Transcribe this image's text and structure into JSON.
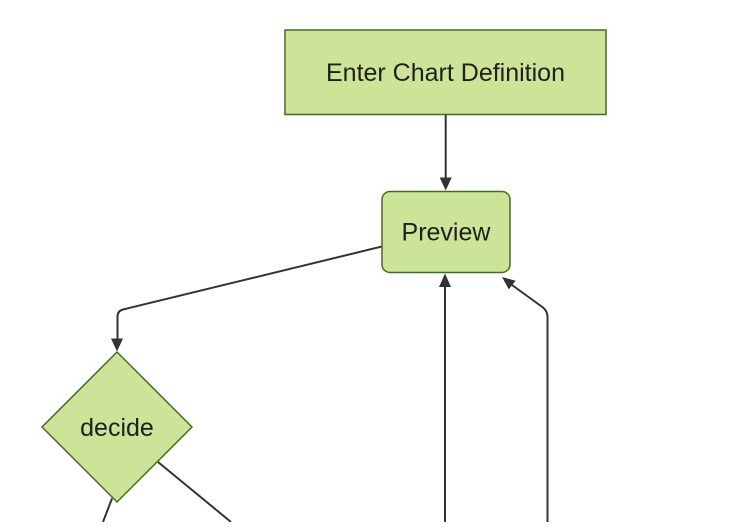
{
  "colors": {
    "node_fill": "#cde498",
    "node_border": "#456b23",
    "edge": "#333333",
    "label": "#1f1f1f",
    "background": "#ffffff"
  },
  "diagram": {
    "type": "flowchart",
    "direction": "top-down",
    "nodes": [
      {
        "id": "enter",
        "label": "Enter Chart Definition",
        "shape": "rectangle"
      },
      {
        "id": "preview",
        "label": "Preview",
        "shape": "rounded-rectangle"
      },
      {
        "id": "decide",
        "label": "decide",
        "shape": "diamond"
      }
    ],
    "edges": [
      {
        "from": "enter",
        "to": "preview",
        "arrow": true
      },
      {
        "from": "preview",
        "to": "decide",
        "arrow": true
      },
      {
        "from": "decide",
        "to": "offscreen-bottom-left",
        "arrow": false
      },
      {
        "from": "decide",
        "to": "offscreen-bottom-right",
        "arrow": false
      },
      {
        "from": "offscreen-bottom",
        "to": "preview",
        "arrow": true
      },
      {
        "from": "offscreen-bottom",
        "to": "preview",
        "arrow": true
      }
    ]
  }
}
